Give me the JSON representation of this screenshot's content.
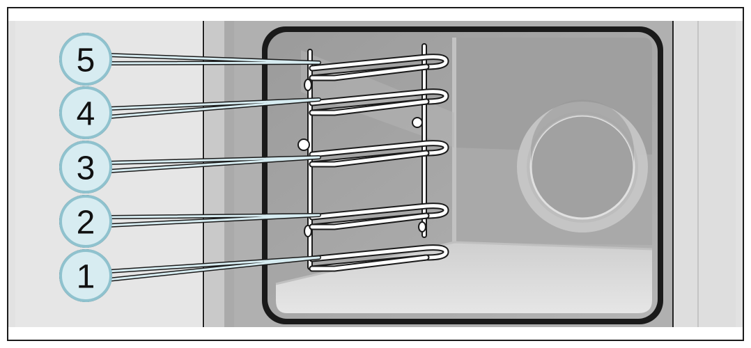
{
  "shelf_levels": [
    {
      "label": "5"
    },
    {
      "label": "4"
    },
    {
      "label": "3"
    },
    {
      "label": "2"
    },
    {
      "label": "1"
    }
  ],
  "colors": {
    "frame_border": "#1a1a1a",
    "wall": "#e3e3e3",
    "door_frame": "#b3b3b3",
    "cavity_back": "#a6a6a6",
    "cavity_floor": "#dcdcdc",
    "rack_wire": "#ffffff",
    "callout_fill": "#d7ecf1",
    "callout_stroke": "#8fc2ce"
  },
  "icons": {
    "fan-cover": "circle",
    "shelf-rail": "wire-rack"
  }
}
